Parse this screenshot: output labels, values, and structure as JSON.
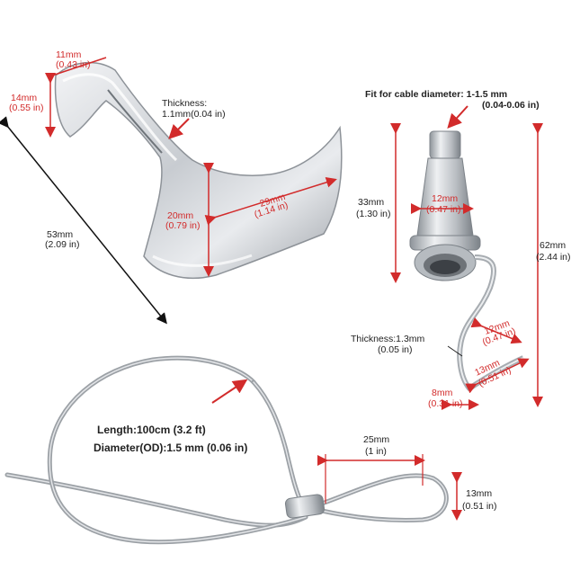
{
  "hook": {
    "width_mm": "11mm",
    "width_in": "(0.43 in)",
    "height_mm": "14mm",
    "height_in": "(0.55 in)",
    "thickness_label": "Thickness:",
    "thickness_value": "1.1mm(0.04 in)",
    "depth_mm": "20mm",
    "depth_in": "(0.79 in)",
    "lip_mm": "29mm",
    "lip_in": "(1.14 in)",
    "diag_mm": "53mm",
    "diag_in": "(2.09 in)"
  },
  "gripper": {
    "fit_label": "Fit for cable diameter: 1-1.5 mm",
    "fit_in": "(0.04-0.06 in)",
    "body_h_mm": "33mm",
    "body_h_in": "(1.30 in)",
    "body_w_mm": "12mm",
    "body_w_in": "(0.47 in)",
    "total_h_mm": "62mm",
    "total_h_in": "(2.44 in)",
    "hook_w_mm": "12mm",
    "hook_w_in": "(0.47 in)",
    "thickness_label": "Thickness:1.3mm",
    "thickness_in": "(0.05 in)",
    "hook_len_mm": "13mm",
    "hook_len_in": "(0.51 in)",
    "hook_tip_mm": "8mm",
    "hook_tip_in": "(0.31 in)"
  },
  "cable": {
    "length": "Length:100cm (3.2 ft)",
    "diameter": "Diameter(OD):1.5 mm (0.06 in)",
    "loop_w_mm": "25mm",
    "loop_w_in": "(1 in)",
    "loop_h_mm": "13mm",
    "loop_h_in": "(0.51 in)"
  },
  "colors": {
    "dimension_red": "#d22b2b",
    "metal": "#c9ccd0",
    "text": "#222222"
  }
}
